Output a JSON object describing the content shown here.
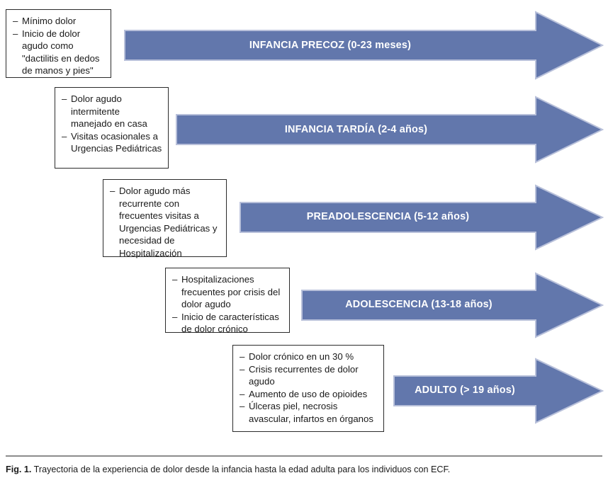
{
  "figure": {
    "caption_label": "Fig. 1.",
    "caption_text": "Trayectoria de la experiencia de dolor desde la infancia hasta la edad adulta para los individuos con ECF.",
    "arrow_fill_color": "#6277ac",
    "arrow_border_color": "#b8c0da",
    "callout_border_color": "#2b2b2b",
    "callout_text_color": "#1a1a1a",
    "arrow_label_color": "#ffffff",
    "caption_rule_color": "#8c8c8c"
  },
  "stages": [
    {
      "id": "infancia-precoz",
      "arrow_label": "INFANCIA PRECOZ (0-23 meses)",
      "bullets": [
        "Mínimo dolor",
        "Inicio de dolor agudo como \"dactilitis en dedos de manos y pies\""
      ]
    },
    {
      "id": "infancia-tardia",
      "arrow_label": "INFANCIA TARDÍA (2-4 años)",
      "bullets": [
        "Dolor agudo intermitente manejado en casa",
        "Visitas ocasionales a Urgencias Pediátricas"
      ]
    },
    {
      "id": "preadolescencia",
      "arrow_label": "PREADOLESCENCIA (5-12 años)",
      "bullets": [
        "Dolor agudo más recurrente con frecuentes visitas a Urgencias Pediátricas y necesidad de Hospitalización"
      ]
    },
    {
      "id": "adolescencia",
      "arrow_label": "ADOLESCENCIA (13-18 años)",
      "bullets": [
        "Hospitalizaciones frecuentes por crisis del dolor agudo",
        "Inicio de características de dolor crónico"
      ]
    },
    {
      "id": "adulto",
      "arrow_label": "ADULTO (> 19 años)",
      "bullets": [
        "Dolor crónico en un 30 %",
        "Crisis recurrentes de dolor agudo",
        "Aumento de uso de opioides",
        "Úlceras piel, necrosis avascular, infartos en órganos"
      ]
    }
  ]
}
